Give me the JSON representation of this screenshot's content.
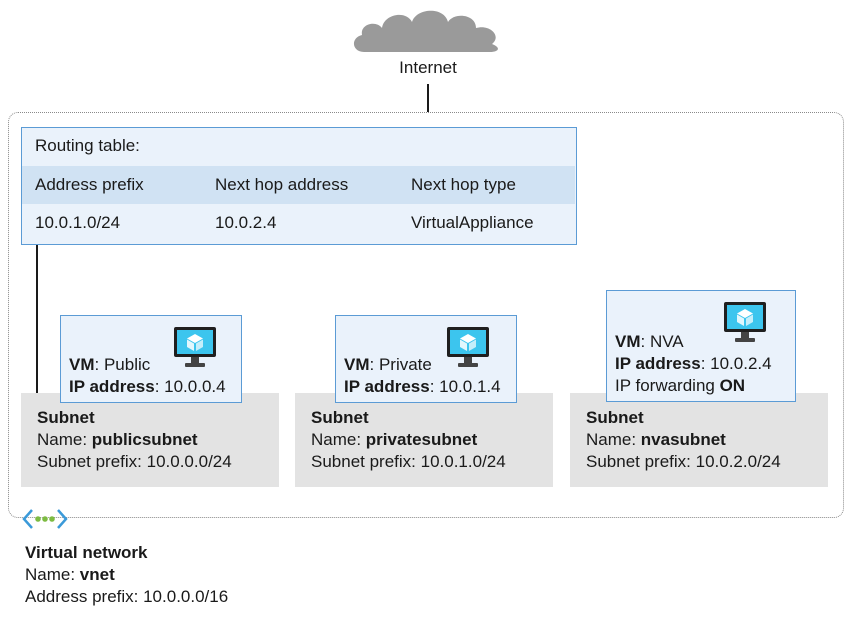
{
  "internet": {
    "label": "Internet"
  },
  "routing_table": {
    "title": "Routing table:",
    "headers": [
      "Address prefix",
      "Next hop address",
      "Next hop type"
    ],
    "rows": [
      [
        "10.0.1.0/24",
        "10.0.2.4",
        "VirtualAppliance"
      ]
    ]
  },
  "vms": [
    {
      "vm_key": "VM",
      "vm_val": ": Public",
      "ip_key": "IP address",
      "ip_val": ": 10.0.0.4"
    },
    {
      "vm_key": "VM",
      "vm_val": ": Private",
      "ip_key": "IP address",
      "ip_val": ": 10.0.1.4"
    },
    {
      "vm_key": "VM",
      "vm_val": ": NVA",
      "ip_key": "IP address",
      "ip_val": ": 10.0.2.4",
      "fwd_prefix": "IP forwarding ",
      "fwd_val": "ON"
    }
  ],
  "subnets": [
    {
      "title": "Subnet",
      "name_key": "Name: ",
      "name_val": "publicsubnet",
      "prefix": "Subnet prefix: 10.0.0.0/24"
    },
    {
      "title": "Subnet",
      "name_key": "Name: ",
      "name_val": "privatesubnet",
      "prefix": "Subnet prefix: 10.0.1.0/24"
    },
    {
      "title": "Subnet",
      "name_key": "Name: ",
      "name_val": "nvasubnet",
      "prefix": "Subnet prefix: 10.0.2.0/24"
    }
  ],
  "vnet": {
    "title": "Virtual network",
    "name_key": "Name: ",
    "name_val": "vnet",
    "prefix": "Address prefix: 10.0.0.0/16"
  },
  "icons": [
    "cloud-icon",
    "vm-monitor-icon",
    "virtual-network-peering-icon"
  ],
  "colors": {
    "accent_border": "#5b9bd5",
    "panel_fill": "#eaf2fb",
    "header_fill": "#d0e2f3",
    "subnet_fill": "#e3e3e3",
    "vm_icon": "#3cc5ee"
  }
}
